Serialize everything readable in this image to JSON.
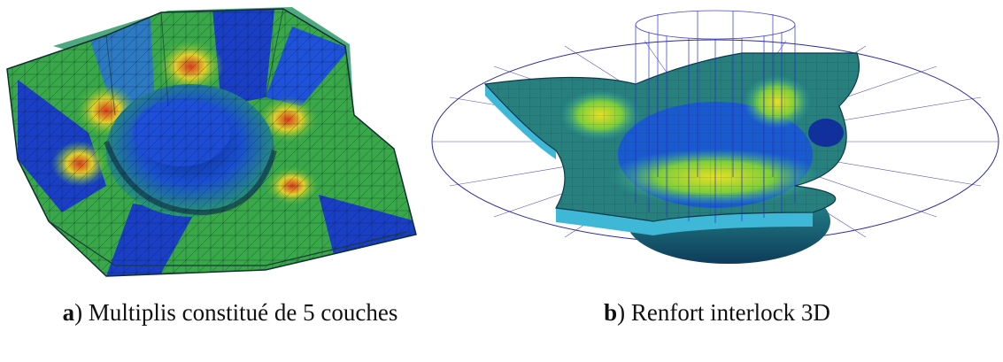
{
  "figure": {
    "panel_a": {
      "letter": "a",
      "paren": ")",
      "caption_text": " Multiplis constitué de 5 couches",
      "image_alt": "FE simulation: 5-layer multiply preform draped over hemispherical punch, shear angle colour map"
    },
    "panel_b": {
      "letter": "b",
      "paren": ")",
      "caption_text": " Renfort interlock 3D",
      "image_alt": "FE simulation: 3D interlock reinforcement forming over hemispherical punch with wireframe tooling"
    }
  },
  "colors": {
    "low": "#1a3fc4",
    "mid": "#2fb8a0",
    "green": "#4fbf3a",
    "high": "#e0d030",
    "peak": "#d83a1e"
  }
}
